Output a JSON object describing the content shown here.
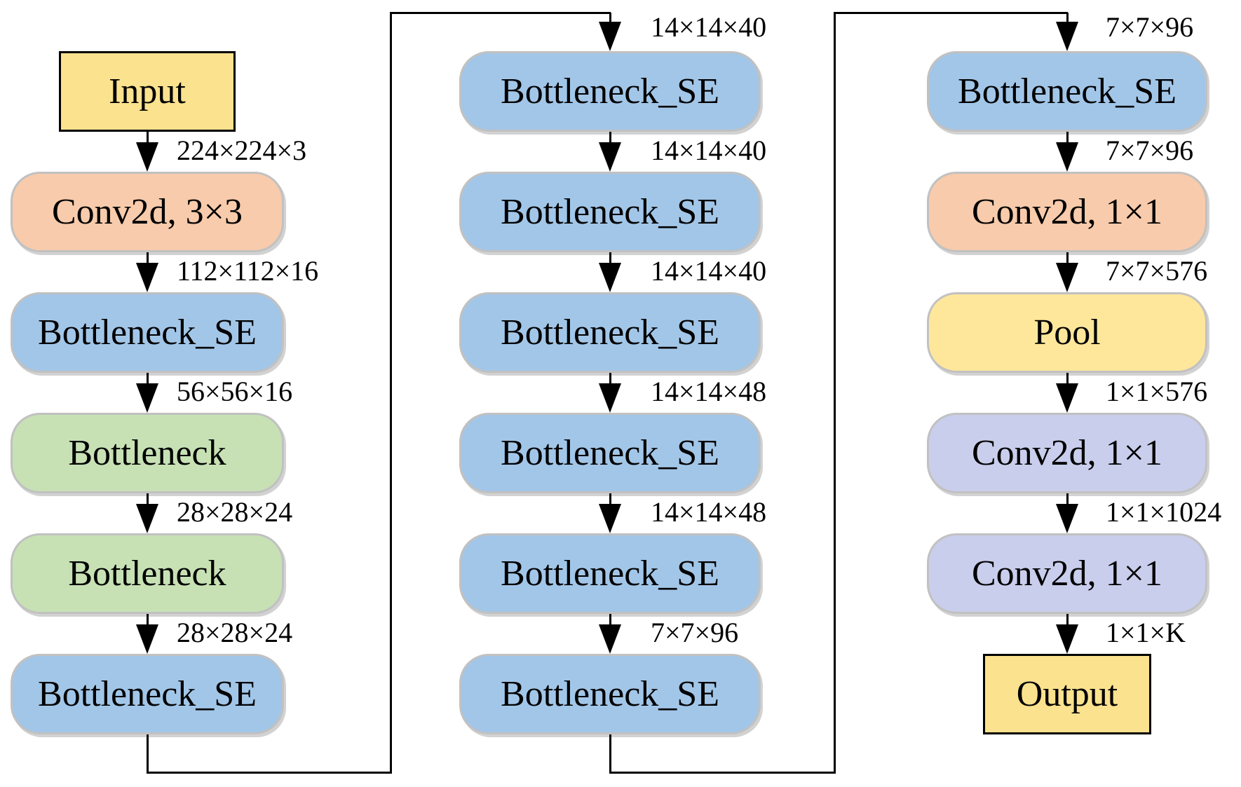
{
  "diagram": {
    "type": "cnn-architecture-flowchart",
    "colors": {
      "io_fill": "#FBE28E",
      "conv_fill": "#F7CBAB",
      "se_fill": "#A2C6E8",
      "bottleneck_fill": "#C7E1B5",
      "pool_fill": "#FEE79B",
      "fc_fill": "#C9CEEC",
      "line": "#000000",
      "rounded_border": "#C1C1C1"
    },
    "columns": [
      {
        "name": "stage-1",
        "blocks": [
          {
            "label": "Input",
            "type": "io"
          },
          {
            "label": "Conv2d, 3×3",
            "type": "conv"
          },
          {
            "label": "Bottleneck_SE",
            "type": "se"
          },
          {
            "label": "Bottleneck",
            "type": "bottleneck"
          },
          {
            "label": "Bottleneck",
            "type": "bottleneck"
          },
          {
            "label": "Bottleneck_SE",
            "type": "se"
          }
        ],
        "edge_labels": [
          "224×224×3",
          "112×112×16",
          "56×56×16",
          "28×28×24",
          "28×28×24"
        ]
      },
      {
        "name": "stage-2",
        "incoming_label": "14×14×40",
        "blocks": [
          {
            "label": "Bottleneck_SE",
            "type": "se"
          },
          {
            "label": "Bottleneck_SE",
            "type": "se"
          },
          {
            "label": "Bottleneck_SE",
            "type": "se"
          },
          {
            "label": "Bottleneck_SE",
            "type": "se"
          },
          {
            "label": "Bottleneck_SE",
            "type": "se"
          },
          {
            "label": "Bottleneck_SE",
            "type": "se"
          }
        ],
        "edge_labels": [
          "14×14×40",
          "14×14×40",
          "14×14×48",
          "14×14×48",
          "7×7×96"
        ]
      },
      {
        "name": "stage-3",
        "incoming_label": "7×7×96",
        "blocks": [
          {
            "label": "Bottleneck_SE",
            "type": "se"
          },
          {
            "label": "Conv2d, 1×1",
            "type": "conv"
          },
          {
            "label": "Pool",
            "type": "pool"
          },
          {
            "label": "Conv2d, 1×1",
            "type": "fc"
          },
          {
            "label": "Conv2d, 1×1",
            "type": "fc"
          },
          {
            "label": "Output",
            "type": "io"
          }
        ],
        "edge_labels": [
          "7×7×96",
          "7×7×576",
          "1×1×576",
          "1×1×1024",
          "1×1×K"
        ]
      }
    ]
  }
}
